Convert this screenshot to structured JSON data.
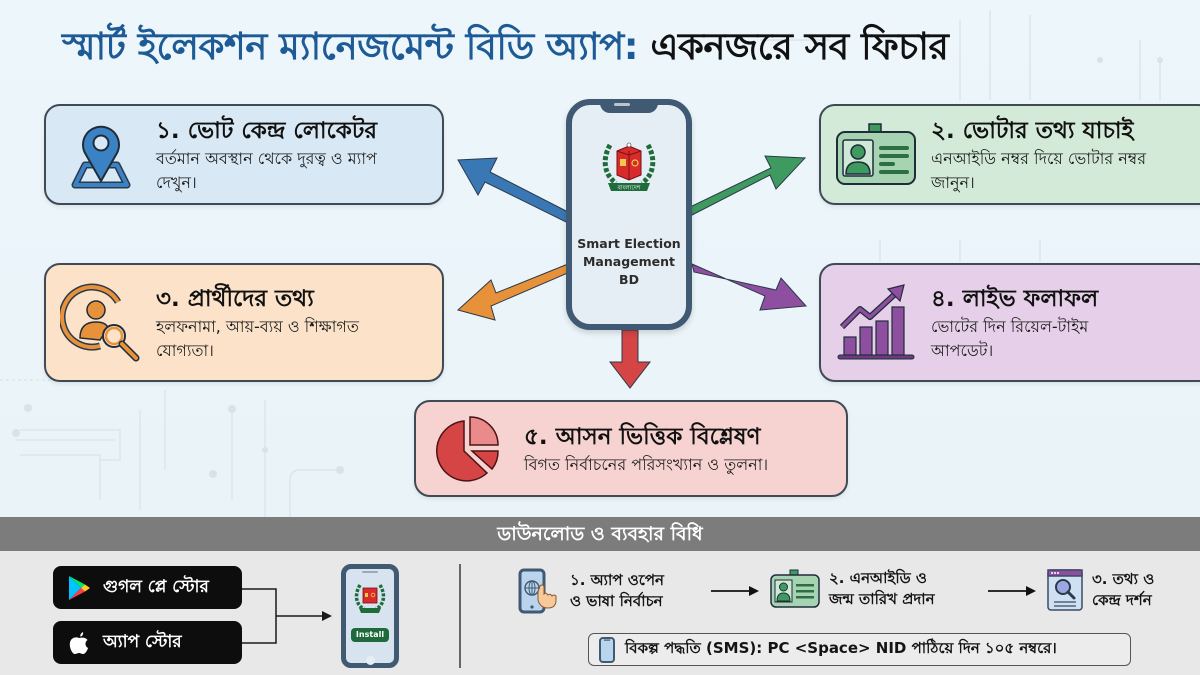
{
  "title": {
    "part1": "স্মার্ট ইলেকশন ম্যানেজমেন্ট বিডি অ্যাপ:",
    "part2": "একনজরে সব ফিচার",
    "part1_color": "#1e5b96",
    "part2_color": "#111111"
  },
  "phone": {
    "app_name_line1": "Smart Election",
    "app_name_line2": "Management",
    "app_name_line3": "BD",
    "emblem_label": "বাংলাদেশ"
  },
  "features": [
    {
      "number": "১.",
      "heading": "ভোট কেন্দ্র লোকেটর",
      "description": "বর্তমান অবস্থান থেকে দুরত্ব ও ম্যাপ দেখুন।",
      "icon": "map-pin-icon",
      "color": "#3b82c4",
      "bg": "#d8e8f4"
    },
    {
      "number": "২.",
      "heading": "ভোটার তথ্য যাচাই",
      "description": "এনআইডি নম্বর দিয়ে ভোটার নম্বর জানুন।",
      "icon": "id-card-icon",
      "color": "#3f9a5f",
      "bg": "#d3ead8"
    },
    {
      "number": "৩.",
      "heading": "প্রার্থীদের তথ্য",
      "description": "হলফনামা, আয়-ব্যয় ও শিক্ষাগত যোগ্যতা।",
      "icon": "user-search-icon",
      "color": "#e7923a",
      "bg": "#fbe2c8"
    },
    {
      "number": "৪.",
      "heading": "লাইভ ফলাফল",
      "description": "ভোটের দিন রিয়েল-টাইম আপডেট।",
      "icon": "growth-chart-icon",
      "color": "#8e4fa0",
      "bg": "#e6cfe8"
    },
    {
      "number": "৫.",
      "heading": "আসন ভিত্তিক বিশ্লেষণ",
      "description": "বিগত নির্বাচনের পরিসংখ্যান ও তুলনা।",
      "icon": "pie-chart-icon",
      "color": "#d64545",
      "bg": "#f6d3d1"
    }
  ],
  "download": {
    "banner": "ডাউনলোড ও ব্যবহার বিধি",
    "google_play": "গুগল প্লে স্টোর",
    "app_store": "অ্যাপ স্টোর",
    "install_label": "Install"
  },
  "steps": [
    {
      "line1": "১. অ্যাপ ওপেন",
      "line2": "ও ভাষা নির্বাচন",
      "icon": "phone-tap-icon"
    },
    {
      "line1": "২. এনআইডি ও",
      "line2": "জন্ম তারিখ প্রদান",
      "icon": "id-card-icon"
    },
    {
      "line1": "৩. তথ্য ও",
      "line2": "কেন্দ্র দর্শন",
      "icon": "browser-search-icon"
    }
  ],
  "sms": {
    "text": "বিকল্প পদ্ধতি (SMS): PC <Space> NID পাঠিয়ে দিন ১০৫ নম্বরে।"
  }
}
